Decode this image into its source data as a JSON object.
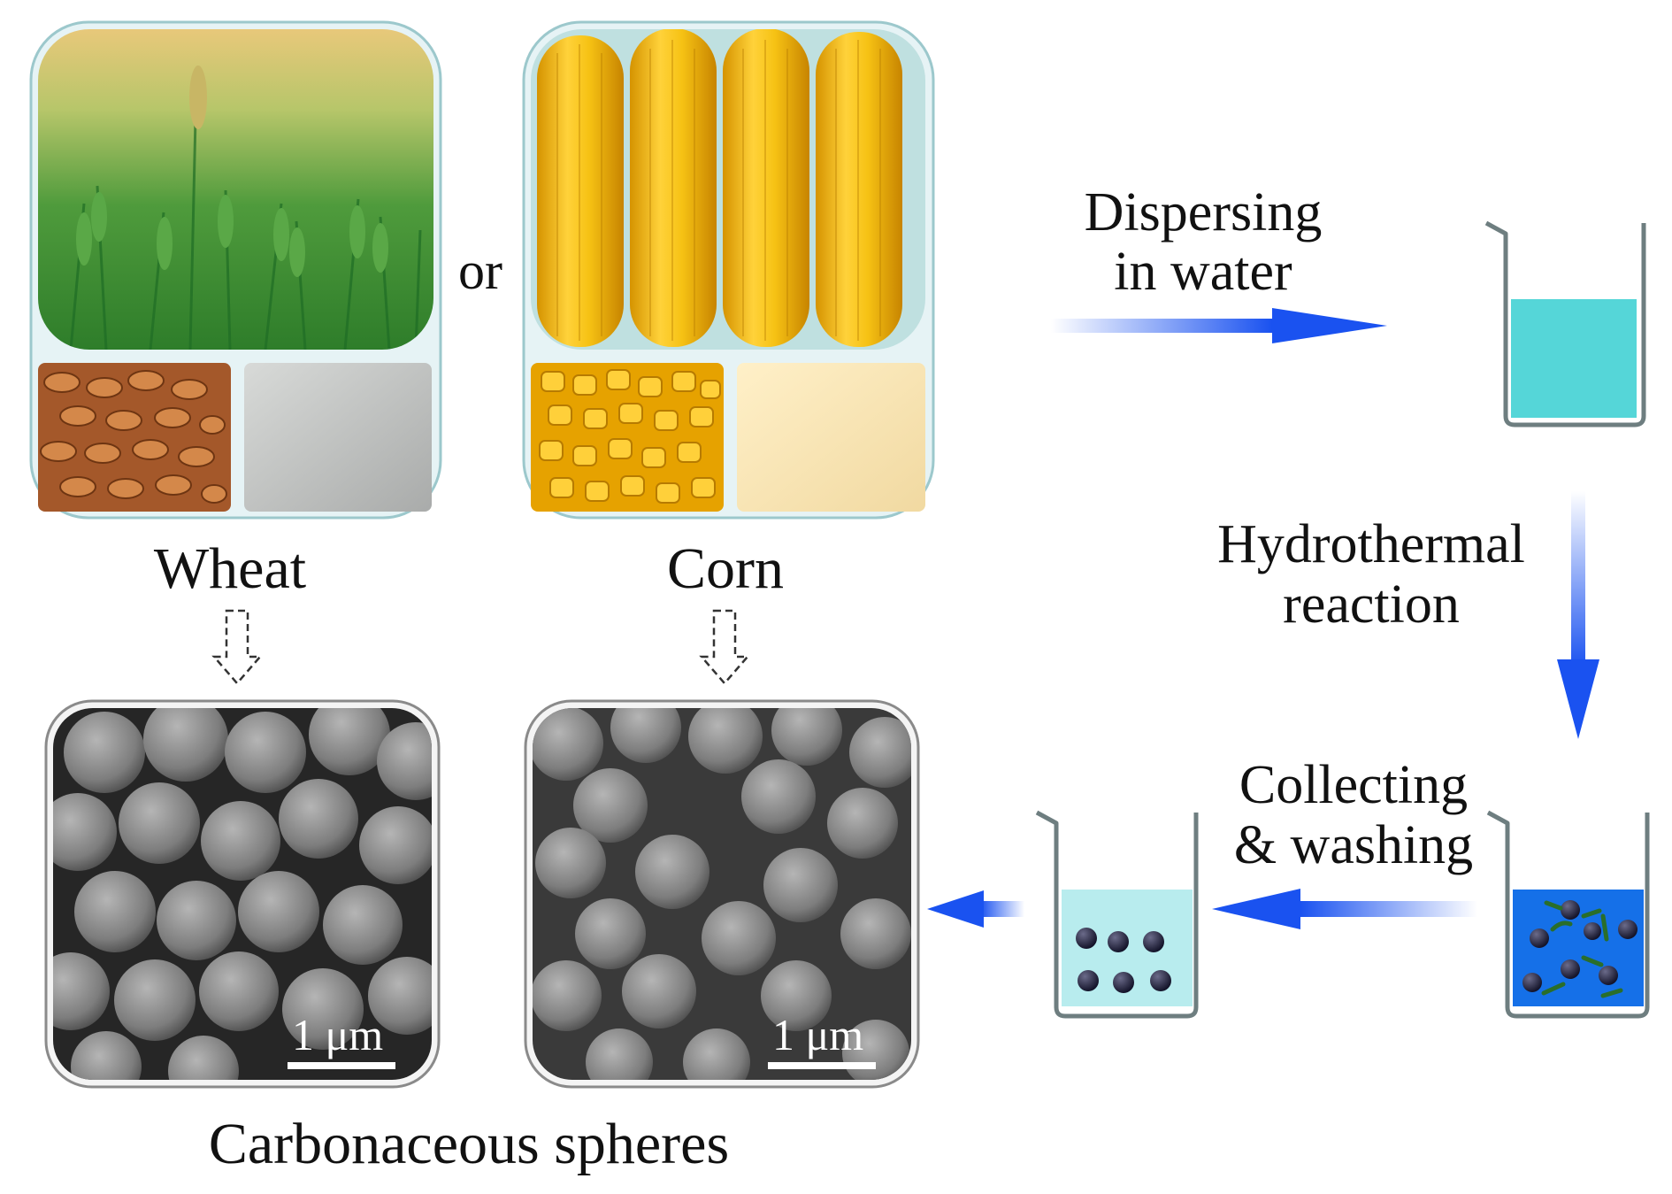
{
  "sources": {
    "wheat_label": "Wheat",
    "corn_label": "Corn",
    "or_label": "or"
  },
  "steps": {
    "step1": [
      "Dispersing",
      "in water"
    ],
    "step2": [
      "Hydrothermal",
      "reaction"
    ],
    "step3": [
      "Collecting",
      "& washing"
    ]
  },
  "sem": {
    "scale_bar_label": "1 μm",
    "caption": "Carbonaceous spheres"
  },
  "icons": [
    "wheat-field-photo",
    "wheat-grain-photo",
    "flour-powder-photo",
    "corn-cob-photo",
    "corn-kernel-photo",
    "corn-flour-photo",
    "beaker-icon",
    "sem-image",
    "arrow-icon",
    "dashed-arrow-icon"
  ],
  "colors": {
    "water": "#55d6d8",
    "reaction": "#1570e8",
    "washed": "#b8ecee",
    "arrow": "#1a52f0",
    "sphere": "#2a2a3c"
  }
}
